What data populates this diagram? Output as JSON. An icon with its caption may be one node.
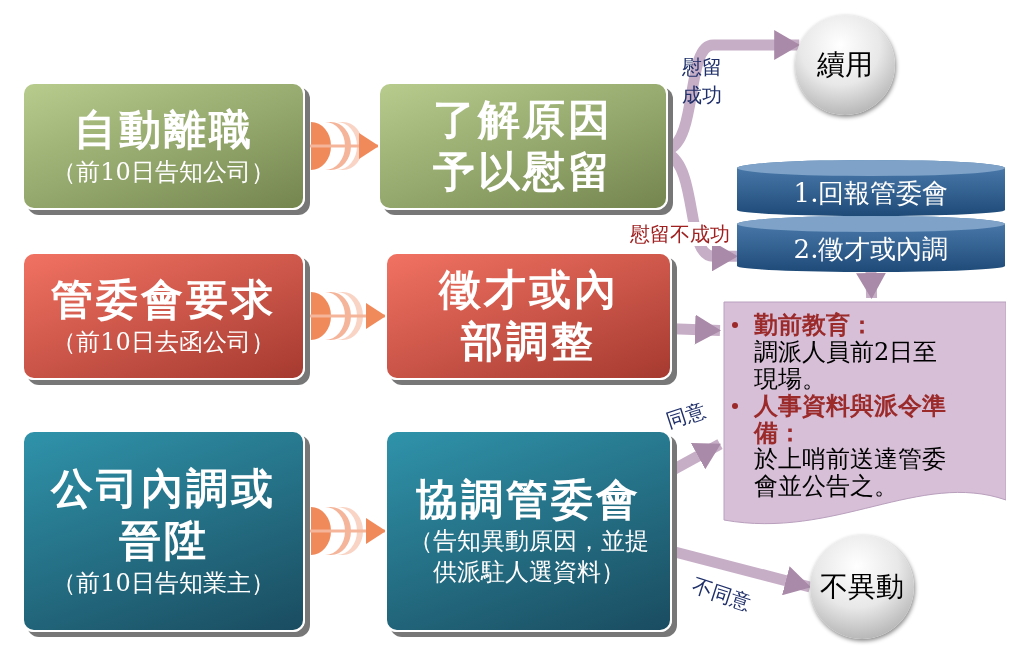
{
  "diagram": {
    "nodes": [
      {
        "text": [
          "自動離職",
          "（前10日告知公司）"
        ]
      },
      {
        "text": [
          "了解原因予以慰留"
        ]
      },
      {
        "text": [
          "管委會要求",
          "（前10日去函公司）"
        ]
      },
      {
        "text": [
          "徵才或內部調整"
        ]
      },
      {
        "text": [
          "公司內調或晉陞",
          "（前10日告知業主）"
        ]
      },
      {
        "text": [
          "協調管委會",
          "（告知異動原因，並提供派駐人選資料）"
        ]
      },
      {
        "text": [
          "續用"
        ]
      },
      {
        "text": [
          "1.回報管委會"
        ]
      },
      {
        "text": [
          "2.徵才或內調"
        ]
      },
      {
        "text": [
          "勤前教育：",
          "調派人員前2日至現場。",
          "人事資料與派令準備：",
          "於上哨前送達管委會並公告之。"
        ]
      },
      {
        "text": [
          "不異動"
        ]
      }
    ],
    "edges": [
      {
        "from": 0,
        "to": 1,
        "arrow": "to"
      },
      {
        "from": 2,
        "to": 3,
        "arrow": "to"
      },
      {
        "from": 4,
        "to": 5,
        "arrow": "to"
      },
      {
        "from": 1,
        "to": 6,
        "arrow": "to",
        "label": "慰留成功"
      },
      {
        "from": 1,
        "to": 8,
        "arrow": "to",
        "label": "慰留不成功"
      },
      {
        "from": 8,
        "to": 9,
        "arrow": "to"
      },
      {
        "from": 3,
        "to": 9,
        "arrow": "to"
      },
      {
        "from": 5,
        "to": 9,
        "arrow": "to",
        "label": "同意"
      },
      {
        "from": 5,
        "to": 10,
        "arrow": "to",
        "label": "不同意"
      }
    ]
  }
}
